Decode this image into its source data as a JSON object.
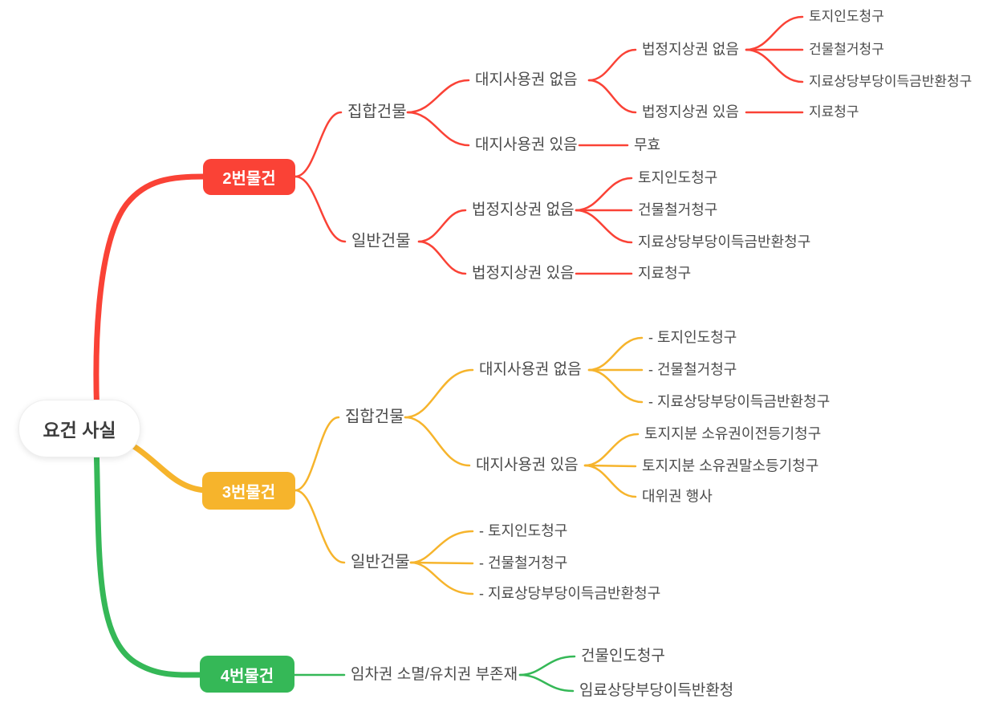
{
  "mindmap": {
    "root": {
      "label": "요건 사실"
    },
    "palette": {
      "branch2": "#fa4236",
      "branch3": "#f6b42c",
      "branch4": "#35b857",
      "label_text": "#4b4b4b",
      "node_text": "#ffffff",
      "background": "#ffffff"
    },
    "branches": [
      {
        "label": "2번물건",
        "color": "#fa4236",
        "children": [
          {
            "label": "집합건물",
            "children": [
              {
                "label": "대지사용권 없음",
                "children": [
                  {
                    "label": "법정지상권 없음",
                    "children": [
                      {
                        "label": "토지인도청구"
                      },
                      {
                        "label": "건물철거청구"
                      },
                      {
                        "label": "지료상당부당이득금반환청구"
                      }
                    ]
                  },
                  {
                    "label": "법정지상권 있음",
                    "children": [
                      {
                        "label": "지료청구"
                      }
                    ]
                  }
                ]
              },
              {
                "label": "대지사용권 있음",
                "children": [
                  {
                    "label": "무효"
                  }
                ]
              }
            ]
          },
          {
            "label": "일반건물",
            "children": [
              {
                "label": "법정지상권 없음",
                "children": [
                  {
                    "label": "토지인도청구"
                  },
                  {
                    "label": "건물철거청구"
                  },
                  {
                    "label": "지료상당부당이득금반환청구"
                  }
                ]
              },
              {
                "label": "법정지상권 있음",
                "children": [
                  {
                    "label": "지료청구"
                  }
                ]
              }
            ]
          }
        ]
      },
      {
        "label": "3번물건",
        "color": "#f6b42c",
        "children": [
          {
            "label": "집합건물",
            "children": [
              {
                "label": "대지사용권 없음",
                "children": [
                  {
                    "label": "- 토지인도청구"
                  },
                  {
                    "label": "- 건물철거청구"
                  },
                  {
                    "label": "- 지료상당부당이득금반환청구"
                  }
                ]
              },
              {
                "label": "대지사용권 있음",
                "children": [
                  {
                    "label": "토지지분 소유권이전등기청구"
                  },
                  {
                    "label": "토지지분 소유권말소등기청구"
                  },
                  {
                    "label": "대위권 행사"
                  }
                ]
              }
            ]
          },
          {
            "label": "일반건물",
            "children": [
              {
                "label": "- 토지인도청구"
              },
              {
                "label": "- 건물철거청구"
              },
              {
                "label": "- 지료상당부당이득금반환청구"
              }
            ]
          }
        ]
      },
      {
        "label": "4번물건",
        "color": "#35b857",
        "children": [
          {
            "label": "임차권 소멸/유치권 부존재",
            "children": [
              {
                "label": "건물인도청구"
              },
              {
                "label": "임료상당부당이득반환청"
              }
            ]
          }
        ]
      }
    ]
  }
}
